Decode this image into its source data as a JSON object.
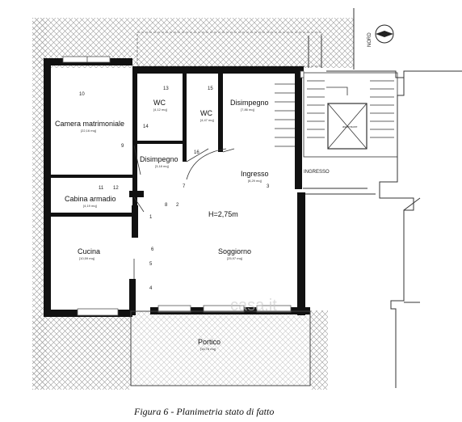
{
  "north_label": "NORD",
  "height_label": "H=2,75m",
  "entrance_label": "INGRESSO",
  "stair_label": "ascensore",
  "watermark": "casa.it",
  "caption": "Figura 6 - Planimetria stato di fatto",
  "rooms": [
    {
      "name": "Camera matrimoniale",
      "area": "[22,16 mq]"
    },
    {
      "name": "WC",
      "area": "[4,12 mq]"
    },
    {
      "name": "WC",
      "area": "[4,47 mq]"
    },
    {
      "name": "Disimpegno",
      "area": "[7,86 mq]"
    },
    {
      "name": "Disimpegno",
      "area": "[3,18 mq]"
    },
    {
      "name": "Ingresso",
      "area": "[8,29 mq]"
    },
    {
      "name": "Cabina armadio",
      "area": "[4,19 mq]"
    },
    {
      "name": "Cucina",
      "area": "[10,59 mq]"
    },
    {
      "name": "Soggiorno",
      "area": "[25,97 mq]"
    },
    {
      "name": "Portico",
      "area": "[16,78 mq]"
    }
  ],
  "view_tags": [
    "1",
    "2",
    "3",
    "4",
    "5",
    "6",
    "7",
    "8",
    "9",
    "10",
    "11",
    "12",
    "13",
    "14",
    "15",
    "16"
  ]
}
